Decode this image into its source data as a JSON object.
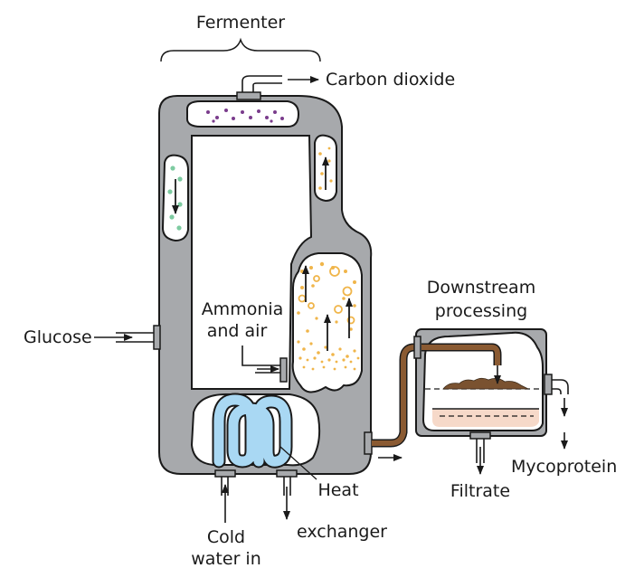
{
  "labels": {
    "fermenter": "Fermenter",
    "carbon_dioxide": "Carbon dioxide",
    "glucose": "Glucose",
    "ammonia_line1": "Ammonia",
    "ammonia_line2": "and air",
    "downstream_line1": "Downstream",
    "downstream_line2": "processing",
    "mycoprotein": "Mycoprotein",
    "filtrate": "Filtrate",
    "heat_line1": "Heat",
    "heat_line2": "exchanger",
    "cold_line1": "Cold",
    "cold_line2": "water in"
  },
  "colors": {
    "vessel_gray": "#a7a9ac",
    "outline": "#1a1a1a",
    "bubble_gold": "#f0b54a",
    "particle_purple": "#7a3c8c",
    "particle_green": "#7ecba1",
    "coil_blue": "#a9d8f3",
    "pipe_brown": "#8a5a32",
    "filter_pink": "#f6d9c9",
    "sediment_brown": "#7a5230"
  }
}
